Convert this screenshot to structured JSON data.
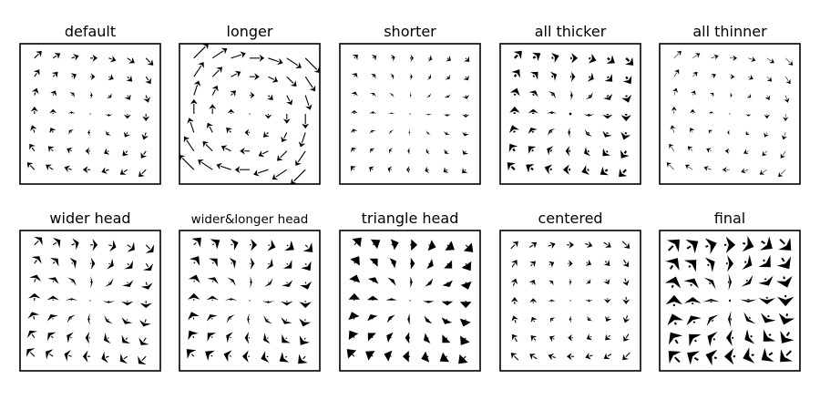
{
  "figure": {
    "background": "#ffffff",
    "arrow_color": "#000000",
    "frame_color": "#000000"
  },
  "chart_data": [
    {
      "type": "quiver",
      "title": "default",
      "field": "clockwise vortex (u = y, v = -x) on a 7x7 grid over x,y in [-3,3]",
      "length_scale": 1.0,
      "width_scale": 1.0,
      "head_width_scale": 1.0,
      "head_length_scale": 1.0,
      "head_shape": "default",
      "pivot": "tail",
      "axes": "hidden"
    },
    {
      "type": "quiver",
      "title": "longer",
      "field": "clockwise vortex (u = y, v = -x) on a 7x7 grid over x,y in [-3,3]",
      "length_scale": 2.0,
      "width_scale": 1.0,
      "head_width_scale": 1.0,
      "head_length_scale": 1.0,
      "head_shape": "default",
      "pivot": "tail",
      "axes": "hidden"
    },
    {
      "type": "quiver",
      "title": "shorter",
      "field": "clockwise vortex (u = y, v = -x) on a 7x7 grid over x,y in [-3,3]",
      "length_scale": 0.5,
      "width_scale": 1.0,
      "head_width_scale": 1.0,
      "head_length_scale": 1.0,
      "head_shape": "default",
      "pivot": "tail",
      "axes": "hidden"
    },
    {
      "type": "quiver",
      "title": "all thicker",
      "field": "clockwise vortex (u = y, v = -x) on a 7x7 grid over x,y in [-3,3]",
      "length_scale": 1.0,
      "width_scale": 2.0,
      "head_width_scale": 1.0,
      "head_length_scale": 1.0,
      "head_shape": "default",
      "pivot": "tail",
      "axes": "hidden"
    },
    {
      "type": "quiver",
      "title": "all thinner",
      "field": "clockwise vortex (u = y, v = -x) on a 7x7 grid over x,y in [-3,3]",
      "length_scale": 1.0,
      "width_scale": 0.5,
      "head_width_scale": 1.0,
      "head_length_scale": 1.0,
      "head_shape": "default",
      "pivot": "tail",
      "axes": "hidden"
    },
    {
      "type": "quiver",
      "title": "wider head",
      "field": "clockwise vortex (u = y, v = -x) on a 7x7 grid over x,y in [-3,3]",
      "length_scale": 1.0,
      "width_scale": 1.0,
      "head_width_scale": 1.7,
      "head_length_scale": 1.0,
      "head_shape": "default",
      "pivot": "tail",
      "axes": "hidden"
    },
    {
      "type": "quiver",
      "title": "wider&longer head",
      "field": "clockwise vortex (u = y, v = -x) on a 7x7 grid over x,y in [-3,3]",
      "length_scale": 1.0,
      "width_scale": 1.0,
      "head_width_scale": 1.7,
      "head_length_scale": 1.5,
      "head_shape": "default",
      "pivot": "tail",
      "axes": "hidden"
    },
    {
      "type": "quiver",
      "title": "triangle head",
      "field": "clockwise vortex (u = y, v = -x) on a 7x7 grid over x,y in [-3,3]",
      "length_scale": 1.0,
      "width_scale": 1.0,
      "head_width_scale": 1.6,
      "head_length_scale": 1.5,
      "head_shape": "triangle",
      "pivot": "tail",
      "axes": "hidden"
    },
    {
      "type": "quiver",
      "title": "centered",
      "field": "clockwise vortex (u = y, v = -x) on a 7x7 grid over x,y in [-3,3]",
      "length_scale": 1.0,
      "width_scale": 1.0,
      "head_width_scale": 1.0,
      "head_length_scale": 1.0,
      "head_shape": "default",
      "pivot": "middle",
      "axes": "hidden"
    },
    {
      "type": "quiver",
      "title": "final",
      "field": "clockwise vortex (u = y, v = -x) on a 7x7 grid over x,y in [-3,3]",
      "length_scale": 1.5,
      "width_scale": 1.8,
      "head_width_scale": 1.7,
      "head_length_scale": 1.5,
      "head_shape": "default",
      "pivot": "middle",
      "axes": "hidden"
    }
  ]
}
